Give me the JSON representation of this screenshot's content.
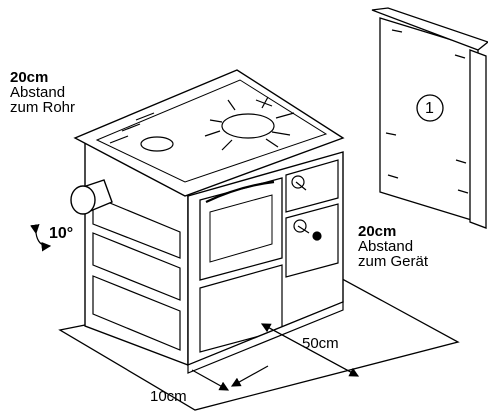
{
  "labels": {
    "rohr_distance": "20cm",
    "rohr_line1": "Abstand",
    "rohr_line2": "zum Rohr",
    "geraet_distance": "20cm",
    "geraet_line1": "Abstand",
    "geraet_line2": "zum Gerät",
    "angle": "10°",
    "floor_depth": "50cm",
    "floor_side": "10cm",
    "panel_number": "1"
  }
}
